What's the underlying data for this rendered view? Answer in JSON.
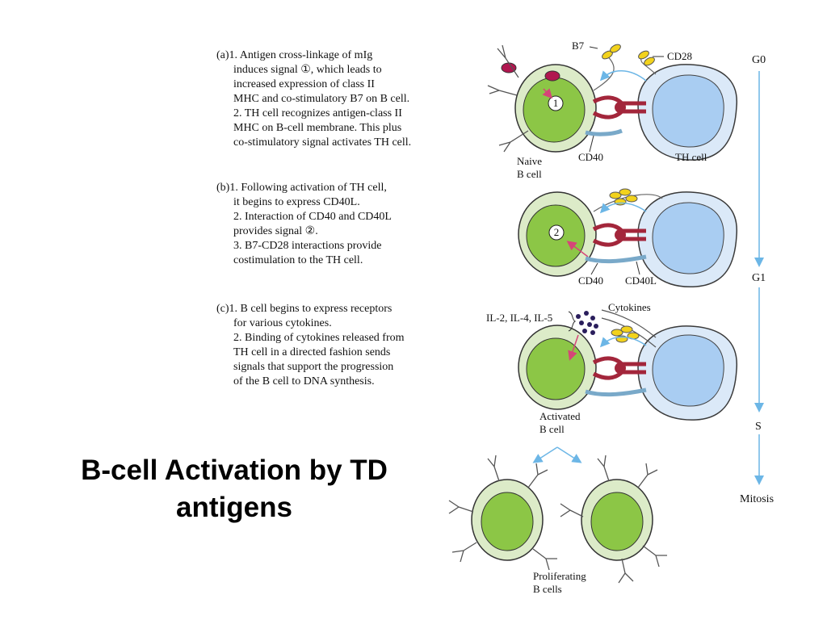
{
  "title": {
    "line1": "B-cell Activation by TD",
    "line2": "antigens"
  },
  "steps": [
    {
      "lines": [
        "(a)1. Antigen cross-linkage of mIg",
        "induces signal ①, which leads to",
        "increased expression of class II",
        "MHC and co-stimulatory B7 on B cell.",
        "2. TH cell recognizes antigen-class II",
        "MHC on B-cell membrane. This plus",
        "co-stimulatory signal activates TH cell."
      ]
    },
    {
      "lines": [
        "(b)1. Following activation of TH cell,",
        "it begins to express CD40L.",
        "2. Interaction of CD40 and CD40L",
        "provides signal ②.",
        "3. B7-CD28 interactions provide",
        "costimulation to the TH cell."
      ]
    },
    {
      "lines": [
        "(c)1. B cell begins to express receptors",
        "for various cytokines.",
        "2. Binding of cytokines released from",
        "TH cell in a directed fashion sends",
        "signals that support the progression",
        "of the B cell to DNA synthesis."
      ]
    }
  ],
  "labels": {
    "b7": "B7",
    "cd28": "CD28",
    "naive_b_cell_1": "Naive",
    "naive_b_cell_2": "B cell",
    "cd40_a": "CD40",
    "th_cell": "TH cell",
    "signal_1": "1",
    "signal_2": "2",
    "cd40_b": "CD40",
    "cd40l": "CD40L",
    "cytokines": "Cytokines",
    "interleukins": "IL-2, IL-4, IL-5",
    "activated_1": "Activated",
    "activated_2": "B cell",
    "proliferating_1": "Proliferating",
    "proliferating_2": "B cells"
  },
  "phases": [
    "G0",
    "G1",
    "S",
    "Mitosis"
  ],
  "colors": {
    "b_cell_outer": "#dcebc8",
    "b_cell_nucleus": "#8cc646",
    "th_cell_outer": "#dbe9f8",
    "th_cell_nucleus": "#a9cdf2",
    "b7_yellow": "#f2d21c",
    "mhc_red": "#a3263b",
    "antigen_magenta": "#b0164f",
    "arrow_blue": "#6cb6e6",
    "signal_pink": "#d64578"
  }
}
